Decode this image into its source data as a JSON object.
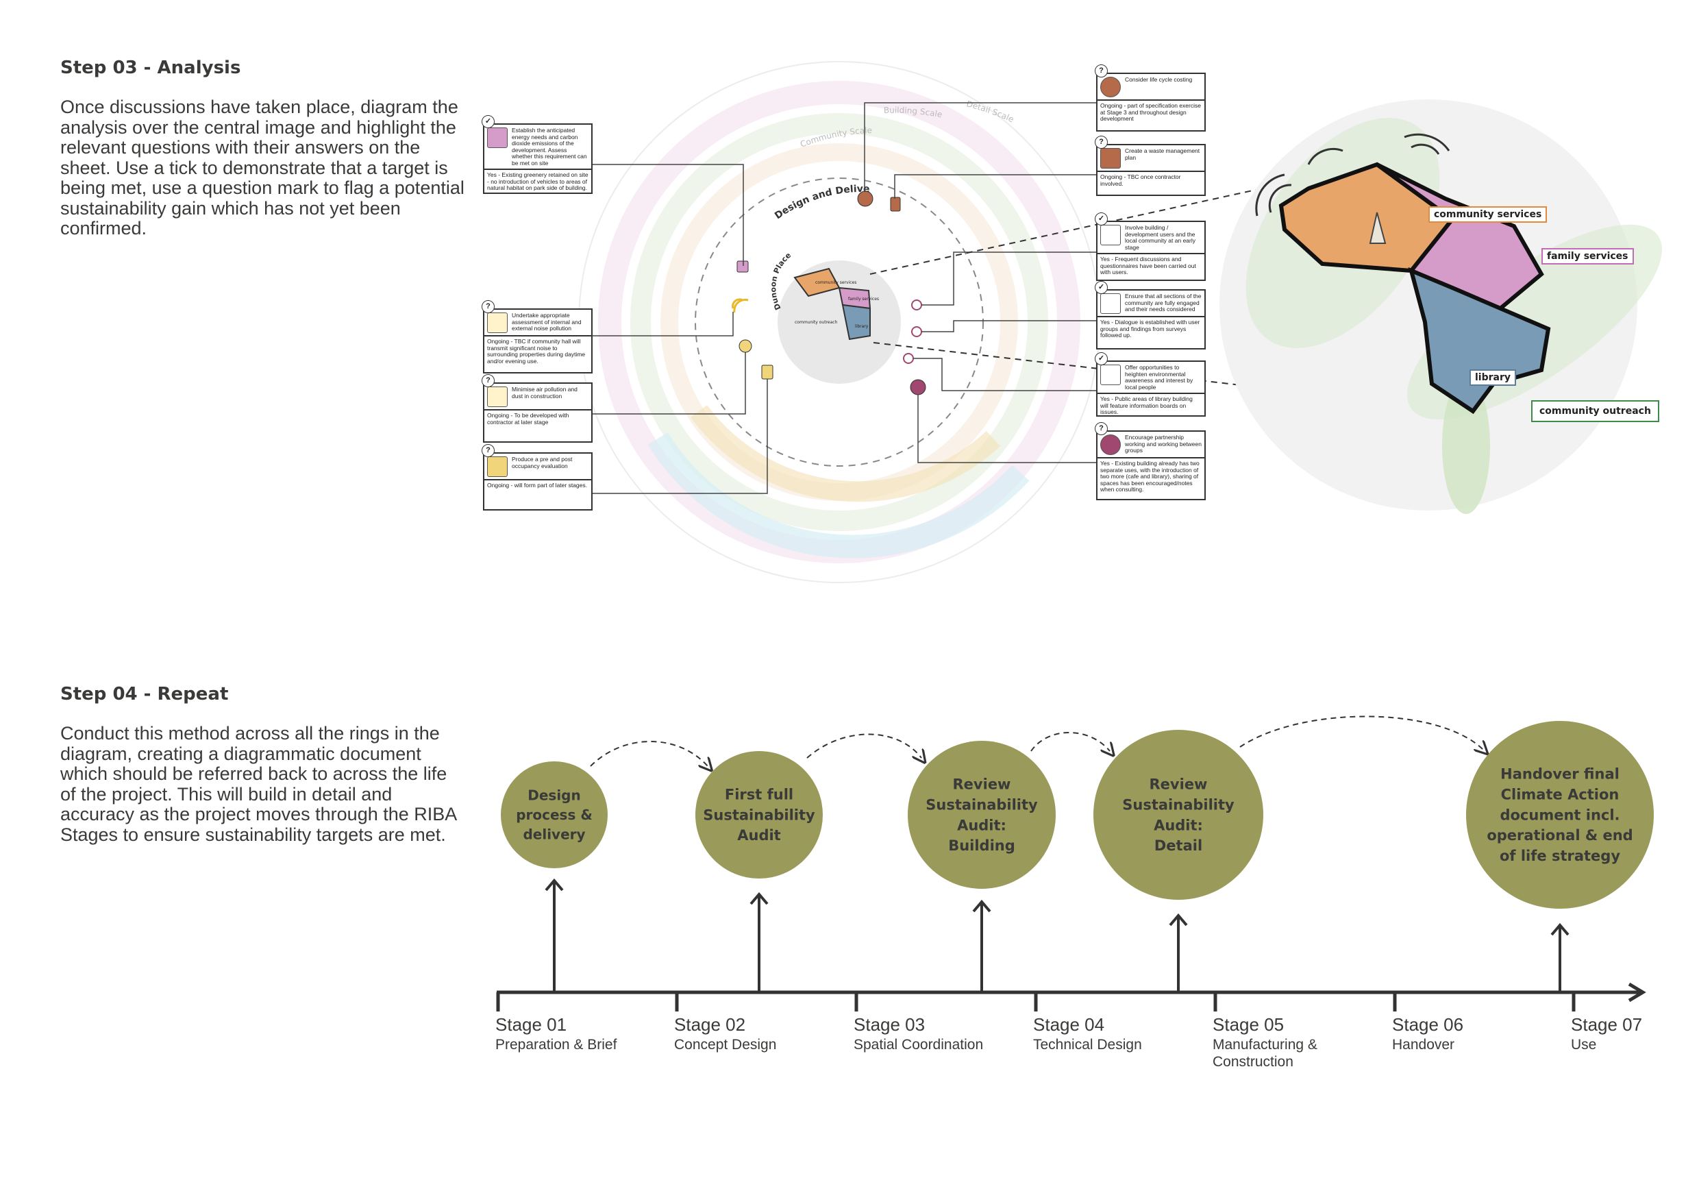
{
  "step3": {
    "heading": "Step 03 - Analysis",
    "body": "Once discussions have taken place, diagram the analysis over the central image and highlight the relevant questions with their answers on the sheet. Use a tick to demonstrate that a target is being met, use a question mark to flag a potential sustainability gain which has not yet been confirmed."
  },
  "step4": {
    "heading": "Step 04 - Repeat",
    "body": "Conduct this method across all the rings in the diagram, creating a diagrammatic document which should be referred back to across the life of the project. This will build in detail and accuracy as the project moves through the RIBA Stages to ensure sustainability targets are met."
  },
  "ring_labels": {
    "design_delivery": "Design and Delivery",
    "dunoon_place": "Dunoon Place",
    "community_scale": "Community Scale",
    "building_scale": "Building Scale",
    "detail_scale": "Detail Scale"
  },
  "callouts_left": [
    {
      "status": "tick",
      "color": "#d59bc9",
      "top": "Establish the anticipated energy needs and carbon dioxide emissions of the development. Assess whether this requirement can be met on site",
      "bottom": "Yes - Existing greenery retained on site - no introduction of vehicles to areas of natural habitat on park side of building."
    },
    {
      "status": "question",
      "color": "#e7c45a",
      "top": "Undertake appropriate assessment of internal and external noise pollution",
      "bottom": "Ongoing - TBC if community hall will transmit significant noise to surrounding properties during daytime and/or evening use."
    },
    {
      "status": "question",
      "color": "#e7c45a",
      "top": "Minimise air pollution and dust in construction",
      "bottom": "Ongoing - To be developed with contractor at later stage"
    },
    {
      "status": "question",
      "color": "#e7c45a",
      "top": "Produce a pre and post occupancy evaluation",
      "bottom": "Ongoing - will form part of later stages."
    }
  ],
  "callouts_right": [
    {
      "status": "question",
      "color": "#b56a4a",
      "top": "Consider life cycle costing",
      "bottom": "Ongoing - part of specification exercise at Stage 3 and throughout design development"
    },
    {
      "status": "question",
      "color": "#b56a4a",
      "top": "Create a waste management plan",
      "bottom": "Ongoing - TBC once contractor involved."
    },
    {
      "status": "tick",
      "color": "#b5b5b5",
      "top": "Involve building / development users and the local community at an early stage",
      "bottom": "Yes - Frequent discussions and questionnaires have been carried out with users."
    },
    {
      "status": "tick",
      "color": "#b5b5b5",
      "top": "Ensure that all sections of the community are fully engaged and their needs considered",
      "bottom": "Yes - Dialogue is established with user groups and findings from surveys followed up."
    },
    {
      "status": "tick",
      "color": "#b5b5b5",
      "top": "Offer opportunities to heighten environmental awareness and interest by local people",
      "bottom": "Yes - Public areas of library building will feature information boards on issues."
    },
    {
      "status": "question",
      "color": "#a0486f",
      "top": "Encourage partnership working and working between groups",
      "bottom": "Yes - Existing building already has two separate uses, with the introduction of two more (cafe and library), sharing of spaces has been encouraged/notes when consulting."
    }
  ],
  "building_tags": {
    "community_services": "community services",
    "family_services": "family services",
    "library": "library",
    "community_outreach": "community outreach"
  },
  "small_tags": {
    "community_services": "community services",
    "family_services": "family services",
    "library": "library",
    "community_outreach": "community outreach"
  },
  "icons": [
    "tick-icon",
    "question-icon",
    "wifi-icon",
    "cloud-icon",
    "clipboard-icon",
    "people-icon",
    "plant-icon"
  ],
  "timeline": {
    "milestones": [
      {
        "label_lines": [
          "Design",
          "process &",
          "delivery"
        ]
      },
      {
        "label_lines": [
          "First full",
          "Sustainability",
          "Audit"
        ]
      },
      {
        "label_lines": [
          "Review",
          "Sustainability",
          "Audit:",
          "Building"
        ]
      },
      {
        "label_lines": [
          "Review",
          "Sustainability",
          "Audit:",
          "Detail"
        ]
      },
      {
        "label_lines": [
          "Handover final",
          "Climate Action",
          "document incl.",
          "operational & end",
          "of life strategy"
        ]
      }
    ],
    "stages": [
      {
        "title": "Stage 01",
        "sub": "Preparation & Brief"
      },
      {
        "title": "Stage 02",
        "sub": "Concept Design"
      },
      {
        "title": "Stage 03",
        "sub": "Spatial Coordination"
      },
      {
        "title": "Stage 04",
        "sub": "Technical Design"
      },
      {
        "title": "Stage 05",
        "sub": "Manufacturing & Construction"
      },
      {
        "title": "Stage 06",
        "sub": "Handover"
      },
      {
        "title": "Stage 07",
        "sub": "Use"
      }
    ],
    "circle_color": "#9a9a5a"
  }
}
